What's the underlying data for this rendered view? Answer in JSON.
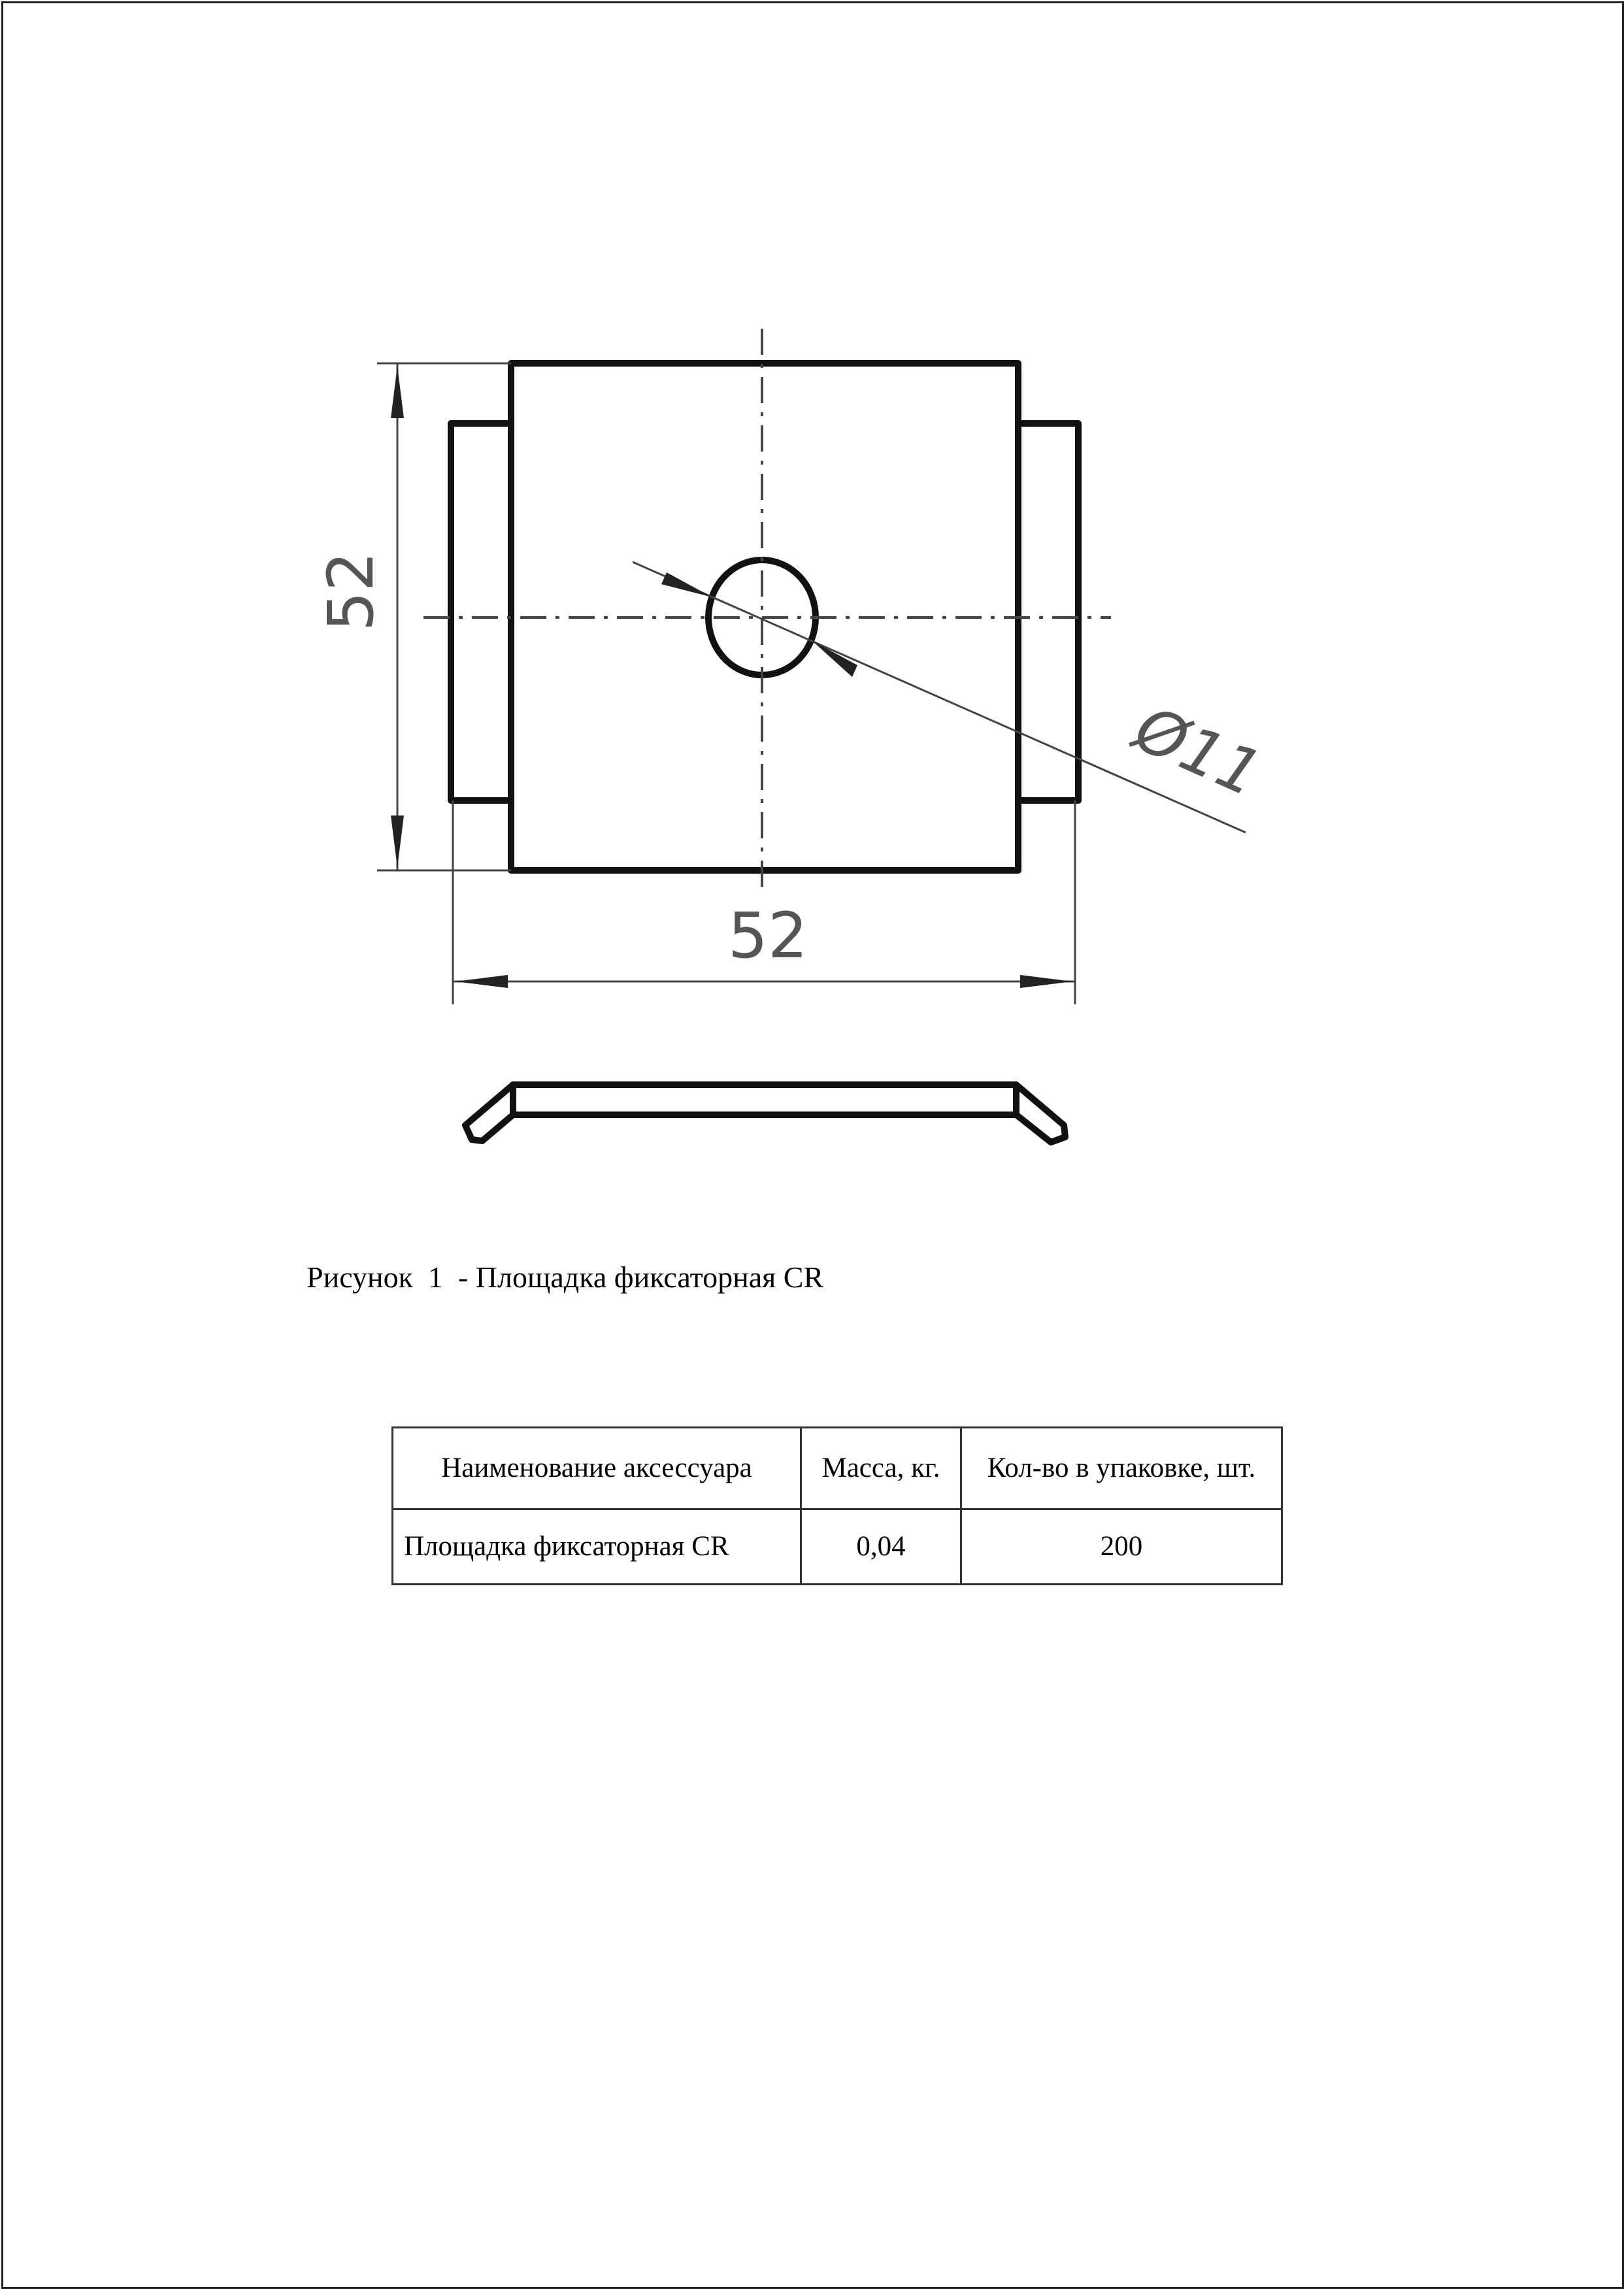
{
  "figure": {
    "dimensions": {
      "height": "52",
      "width": "52",
      "diameter": "Ø11"
    },
    "caption": "Рисунок  1  - Площадка фиксаторная CR"
  },
  "table": {
    "headers": [
      "Наименование аксессуара",
      "Масса, кг.",
      "Кол-во в упаковке, шт."
    ],
    "rows": [
      {
        "name": "Площадка фиксаторная CR",
        "mass": "0,04",
        "qty": "200"
      }
    ]
  }
}
